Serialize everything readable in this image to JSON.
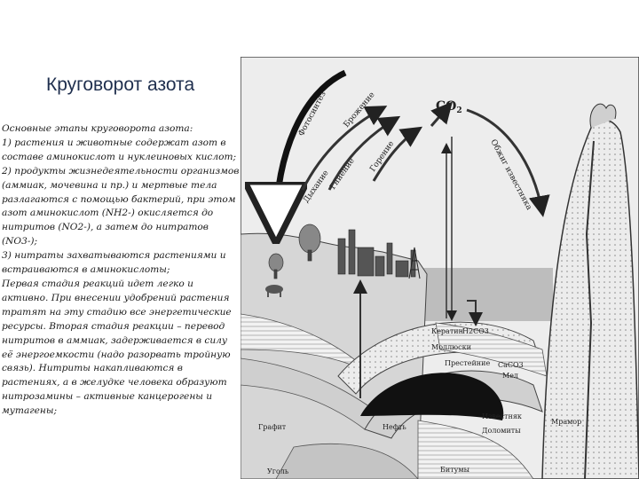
{
  "slide": {
    "title": "Круговорот азота",
    "paragraphs": [
      "Основные этапы круговорота азота:",
      "1) растения и животные содержат азот в составе аминокислот и нуклеиновых кислот;",
      "2) продукты жизнедеятельности организмов (аммиак, мочевина и пр.) и мертвые тела разлагаются с помощью бактерий, при этом азот аминокислот (NH2-) окисляется до нитритов (NO2-), а затем до нитратов (NO3-);",
      "3) нитраты захватываются растениями и встраиваются в аминокислоты;",
      "Первая стадия реакций идет легко и активно. При внесении удобрений растения тратят на эту стадию все энергетические ресурсы. Вторая стадия реакции – перевод нитритов в аммиак, задерживается в силу её энергоемкости (надо разорвать тройную связь). Нитриты накапливаются в растениях, а в желудке человека образуют нитрозамины – активные канцерогены и мутагены;"
    ]
  },
  "diagram": {
    "labels": {
      "co2": "CO",
      "co2_sub": "2",
      "photosynthesis": "Фотосинтез",
      "fermentation": "Брожение",
      "respiration": "Дыхание",
      "decay": "Гниение",
      "combustion": "Горение",
      "limestone_burning": "Обжиг известняка",
      "keratin": "Кератин",
      "h2co3": "H2CO3",
      "mollusks": "Моллюски",
      "sediments": "Престейние",
      "caco3": "CaCO3",
      "chalk": "Мел",
      "graphite": "Графит",
      "coal": "Уголь",
      "oil": "Нефть",
      "bitumen": "Битумы",
      "limestone": "Известняк",
      "dolomite": "Доломиты",
      "marble": "Мрамор"
    }
  }
}
